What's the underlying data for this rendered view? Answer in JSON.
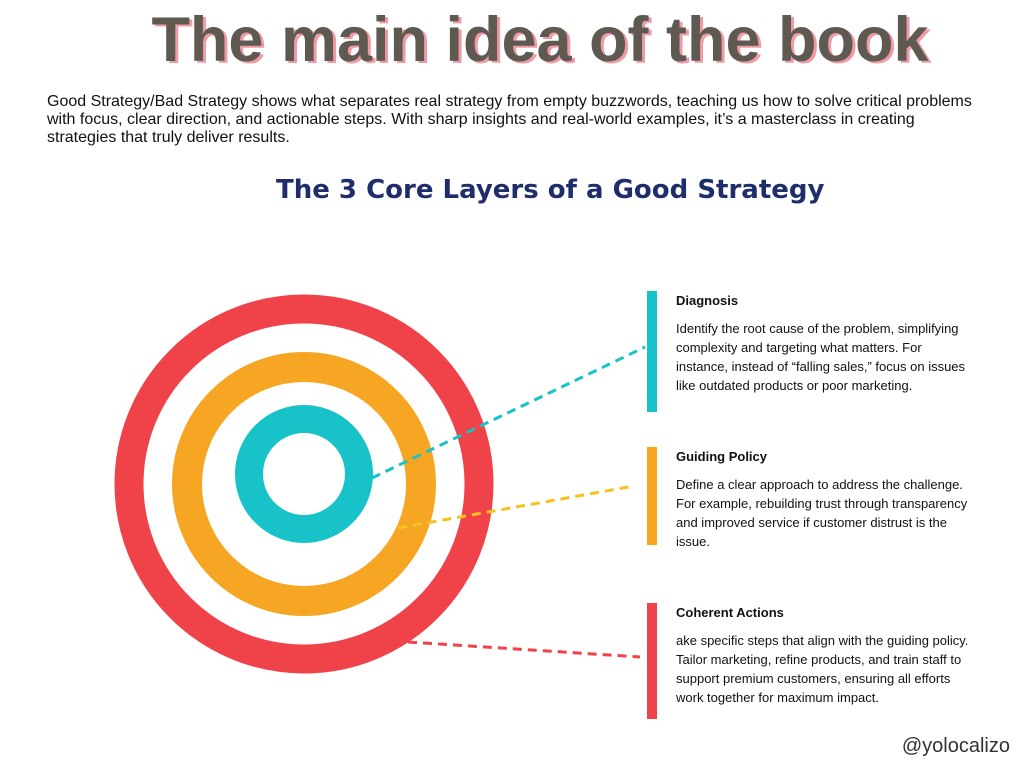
{
  "header": {
    "title": "The main idea of the book",
    "intro": "Good Strategy/Bad Strategy shows what separates real strategy from empty buzzwords, teaching us how to solve critical problems with focus, clear direction, and actionable steps. With sharp insights and real-world examples, it’s a masterclass in creating strategies that truly deliver results."
  },
  "diagram": {
    "title": "The 3 Core Layers of a Good Strategy",
    "layers": [
      {
        "title": "Diagnosis",
        "text": "Identify the root cause of the problem, simplifying complexity and targeting what matters. For instance, instead of “falling sales,” focus on issues like outdated products or poor marketing.",
        "color": "#17c3c8"
      },
      {
        "title": "Guiding Policy",
        "text": "Define a clear approach to address the challenge. For example, rebuilding trust through transparency and improved service if customer distrust is the issue.",
        "color": "#f6a623"
      },
      {
        "title": "Coherent Actions",
        "text": "ake specific steps that align with the guiding policy. Tailor marketing, refine products, and train staff to support premium customers, ensuring all efforts work together for maximum impact.",
        "color": "#ef4249"
      }
    ]
  },
  "footer": {
    "handle": "@yolocalizo"
  }
}
